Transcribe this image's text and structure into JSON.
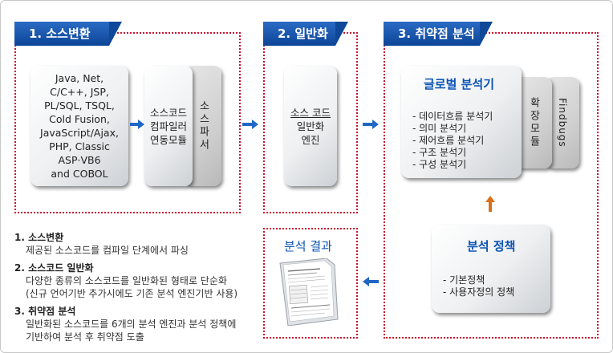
{
  "stage1": {
    "tab": "1. 소스변환",
    "languages": [
      "Java, Net,",
      "C/C++, JSP,",
      "PL/SQL, TSQL,",
      "Cold Fusion,",
      "JavaScript/Ajax,",
      "PHP, Classic",
      "ASP·VB6",
      "and COBOL"
    ],
    "compiler_lines": [
      "소스코드",
      "컴파일러",
      "연동모듈"
    ],
    "parser": "소스파서"
  },
  "stage2": {
    "tab": "2. 일반화",
    "lines": [
      "소스 코드",
      "일반화",
      "엔진"
    ]
  },
  "stage3": {
    "tab": "3. 취약점 분석",
    "analyzer_title": "글로벌 분석기",
    "analyzers": [
      "- 데이터흐름 분석기",
      "- 의미 분석기",
      "- 제어흐름 분석기",
      "- 구조 분석기",
      "- 구성 분석기"
    ],
    "extension": "확장모듈",
    "findbugs": "Findbugs"
  },
  "policy": {
    "title": "분석 정책",
    "items": [
      "- 기본정책",
      "- 사용자정의 정책"
    ]
  },
  "result": {
    "title": "분석 결과"
  },
  "notes": [
    {
      "heading": "1. 소스변환",
      "body": [
        "제공된 소스코드를 컴파일 단계에서 파싱"
      ]
    },
    {
      "heading": "2. 소스코드 일반화",
      "body": [
        "다양한 종류의 소스코드를 일반화된 형태로 단순화",
        "(신규 언어기반 추가시에도 기존 분석 엔진기반 사용)"
      ]
    },
    {
      "heading": "3. 취약점 분석",
      "body": [
        "일반화된 소스코드를 6개의 분석 엔진과 분석 정책에",
        "기반하여 분석 후 취약점 도출"
      ]
    }
  ],
  "colors": {
    "tab_blue": "#0d4597",
    "dotted_red": "#c8102e",
    "arrow_blue": "#1f66c6",
    "arrow_orange": "#d9701c"
  }
}
